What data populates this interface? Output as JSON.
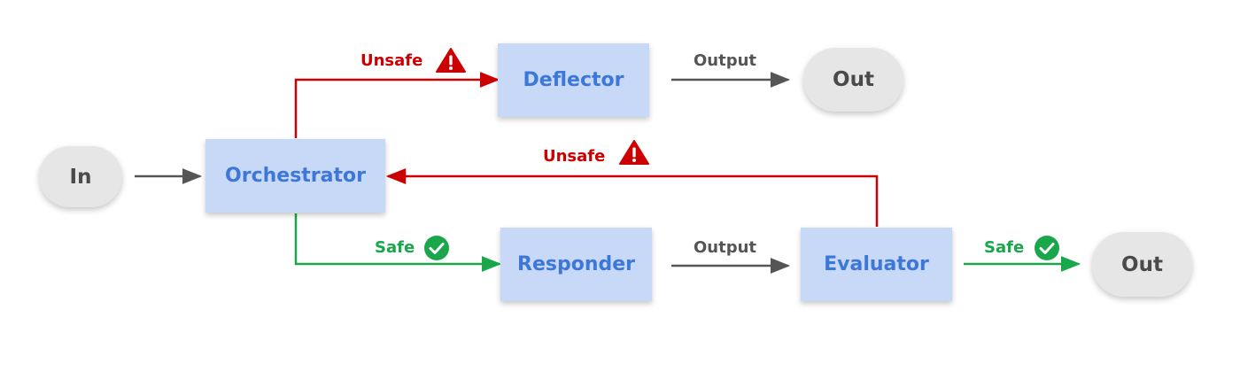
{
  "nodes": {
    "in_label": "In",
    "orchestrator_label": "Orchestrator",
    "deflector_label": "Deflector",
    "responder_label": "Responder",
    "evaluator_label": "Evaluator",
    "out_top_label": "Out",
    "out_bottom_label": "Out"
  },
  "edges": {
    "orchestrator_to_deflector_label": "Unsafe",
    "deflector_to_out_label": "Output",
    "evaluator_to_orchestrator_label": "Unsafe",
    "orchestrator_to_responder_label": "Safe",
    "responder_to_evaluator_label": "Output",
    "evaluator_to_out_label": "Safe"
  },
  "icons": {
    "unsafe": "warning-triangle-icon",
    "safe": "check-circle-icon"
  },
  "colors": {
    "unsafe": "#cc0000",
    "safe": "#1aa64a",
    "neutral": "#555555",
    "agent_box_fill": "#c7d9f6",
    "agent_box_text": "#3d78d8",
    "terminal_fill": "#e6e6e6",
    "terminal_text": "#4a4a4a"
  }
}
